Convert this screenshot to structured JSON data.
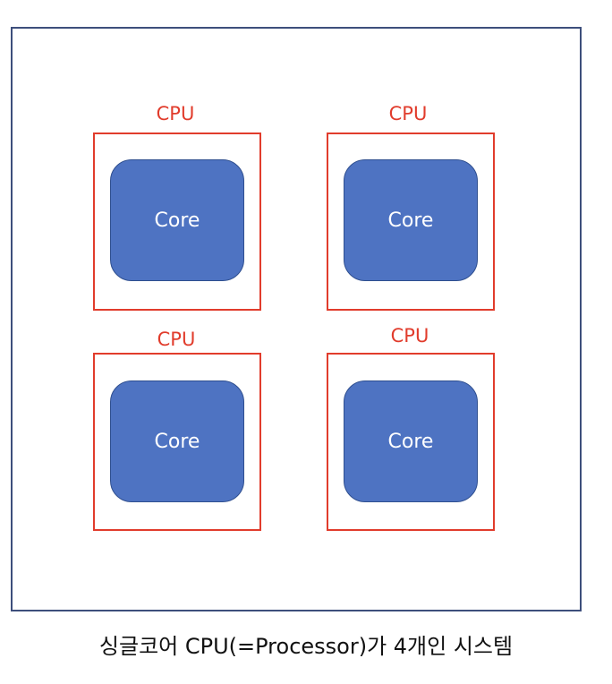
{
  "diagram": {
    "cpus": [
      {
        "label": "CPU",
        "core_label": "Core"
      },
      {
        "label": "CPU",
        "core_label": "Core"
      },
      {
        "label": "CPU",
        "core_label": "Core"
      },
      {
        "label": "CPU",
        "core_label": "Core"
      }
    ],
    "caption": "싱글코어 CPU(=Processor)가 4개인 시스템"
  },
  "colors": {
    "cpu_border": "#e13c2c",
    "core_fill": "#4e73c2",
    "system_border": "#3d4f7c"
  }
}
